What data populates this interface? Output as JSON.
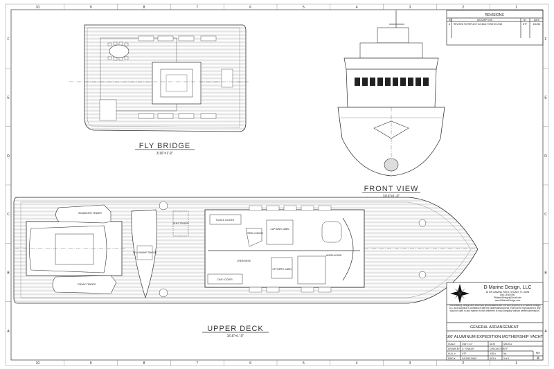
{
  "border": {
    "columns": [
      "10",
      "9",
      "8",
      "7",
      "6",
      "5",
      "4",
      "3",
      "2",
      "1"
    ],
    "rows": [
      "F",
      "E",
      "D",
      "C",
      "B",
      "A"
    ]
  },
  "revisions": {
    "title": "REVISIONS",
    "headers": {
      "no": "NO",
      "description": "DESCRIPTION",
      "by": "BY",
      "date": "DATE"
    },
    "rows": [
      {
        "no": "A",
        "description": "REVISED TO REFLECT AS-BUILT STATUS 2015",
        "by": "DTF",
        "date": "6/12/15"
      }
    ]
  },
  "views": {
    "fly_bridge": {
      "title": "FLY BRIDGE",
      "scale": "3/16\"=1'-0\""
    },
    "front_view": {
      "title": "FRONT VIEW",
      "scale": "3/16\"=1'-0\""
    },
    "upper_deck": {
      "title": "UPPER DECK",
      "scale": "3/16\"=1'-0\""
    }
  },
  "rooms": {
    "tackle_locker": "TACKLE LOCKER",
    "crew_lounge": "CREW LOUNGE",
    "captains_cabin": "CAPTAIN'S CABIN",
    "crew_mess": "CREW MESS",
    "officers_cabin": "OFFICER'S CABIN",
    "wheelhouse": "WHEELHOUSE",
    "dive_locker": "DIVE LOCKER",
    "zodiac_tender": "ZODIAC TENDER",
    "upper_tender": "SEAMASTER TENDER",
    "center_tender": "FELLOWSHIP TENDER",
    "skiff_tender": "SKIFF TENDER"
  },
  "title_block": {
    "company": "D Marine Design, LLC",
    "address": "46 SW CABANA POINT, STUART, FL 34994",
    "phone": "(561) 308-9391",
    "email": "DMarineDesign@Gmail.com",
    "website": "www.DMarineDesign.com",
    "notice": "This drawing, design and technical specifications are the sole property of D Marine Design, LLC and supplied in confidence with the understanding that it will not be reproduced in any way nor used in any manner to the detriment of said company without written permission.",
    "drawing_title": "GENERAL ARRANGEMENT",
    "project": "160' ALUMINUM EXPEDITION MOTHERSHIP YACHT",
    "fields": {
      "scale_label": "SCALE",
      "scale": "3/16\"=1'-0\"",
      "date_label": "DATE",
      "date": "6/5/2011",
      "drawn_label": "DRAWN BY",
      "drawn": "D. FOWLER",
      "checked_label": "CHECKED BY",
      "checked": "DTF",
      "hull_label": "HULL #",
      "hull": "HTP",
      "job_label": "JOB #",
      "job": "NA",
      "dwg_label": "DWG #",
      "dwg": "GA 2015 DWG",
      "sht_label": "SHT #",
      "sht": "3 of 3",
      "rev_label": "REV",
      "rev": "A"
    }
  }
}
